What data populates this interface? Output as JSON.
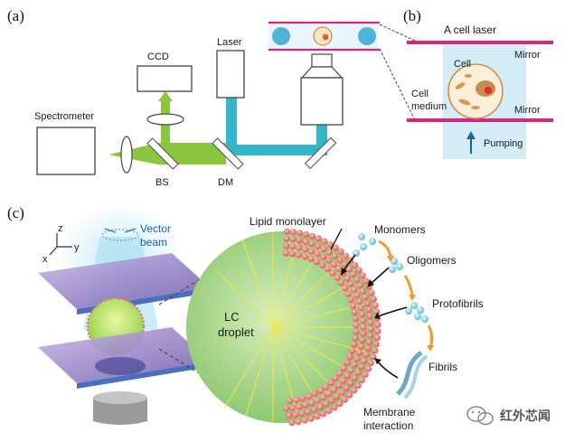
{
  "panel_a": {
    "label": "(a)",
    "ccd": "CCD",
    "laser": "Laser",
    "spectrometer": "Spectrometer",
    "bs": "BS",
    "dm": "DM"
  },
  "panel_b": {
    "label": "(b)",
    "title": "A cell laser",
    "mirror_top": "Mirror",
    "mirror_bottom": "Mirror",
    "cell": "Cell",
    "cell_medium_1": "Cell",
    "cell_medium_2": "medium",
    "pumping": "Pumping"
  },
  "panel_c": {
    "label": "(c)",
    "vector_beam_1": "Vector",
    "vector_beam_2": "beam",
    "axis_z": "z",
    "axis_y": "y",
    "axis_x": "x",
    "lipid": "Lipid monolayer",
    "lc_1": "LC",
    "lc_2": "droplet",
    "monomers": "Monomers",
    "oligomers": "Oligomers",
    "protofibrils": "Protofibrils",
    "fibrils": "Fibrils",
    "membrane_1": "Membrane",
    "membrane_2": "interaction"
  },
  "watermark": "红外芯闻",
  "colors": {
    "green_beam": "#8cc63f",
    "cyan_beam": "#35b6c9",
    "mirror": "#d6267e",
    "droplet": "#9ccf7a",
    "beads": "#e9726f"
  }
}
